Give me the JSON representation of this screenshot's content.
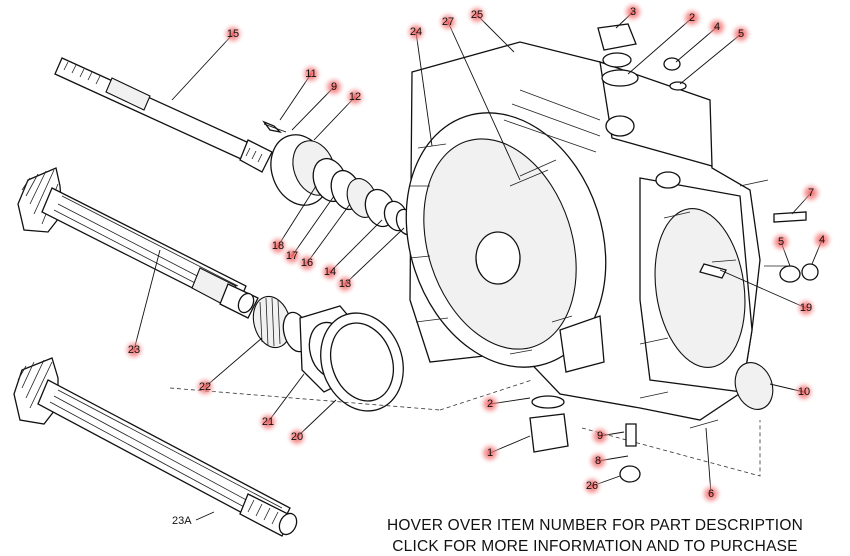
{
  "instructions": {
    "line1": "HOVER OVER ITEM NUMBER FOR PART DESCRIPTION",
    "line2": "CLICK FOR MORE INFORMATION AND TO PURCHASE"
  },
  "plain_labels": {
    "item_23a": "23A"
  },
  "hotspots": [
    {
      "id": "15",
      "label": "15"
    },
    {
      "id": "11",
      "label": "11"
    },
    {
      "id": "9a",
      "label": "9"
    },
    {
      "id": "12",
      "label": "12"
    },
    {
      "id": "24",
      "label": "24"
    },
    {
      "id": "27",
      "label": "27"
    },
    {
      "id": "25",
      "label": "25"
    },
    {
      "id": "3",
      "label": "3"
    },
    {
      "id": "2a",
      "label": "2"
    },
    {
      "id": "4a",
      "label": "4"
    },
    {
      "id": "5a",
      "label": "5"
    },
    {
      "id": "7",
      "label": "7"
    },
    {
      "id": "5b",
      "label": "5"
    },
    {
      "id": "4b",
      "label": "4"
    },
    {
      "id": "19",
      "label": "19"
    },
    {
      "id": "10",
      "label": "10"
    },
    {
      "id": "18",
      "label": "18"
    },
    {
      "id": "17",
      "label": "17"
    },
    {
      "id": "16",
      "label": "16"
    },
    {
      "id": "14",
      "label": "14"
    },
    {
      "id": "13",
      "label": "13"
    },
    {
      "id": "23",
      "label": "23"
    },
    {
      "id": "22",
      "label": "22"
    },
    {
      "id": "21",
      "label": "21"
    },
    {
      "id": "20",
      "label": "20"
    },
    {
      "id": "2b",
      "label": "2"
    },
    {
      "id": "1",
      "label": "1"
    },
    {
      "id": "9b",
      "label": "9"
    },
    {
      "id": "8",
      "label": "8"
    },
    {
      "id": "26",
      "label": "26"
    },
    {
      "id": "6",
      "label": "6"
    }
  ],
  "colors": {
    "hotspot_glow": "#f05a5a",
    "line": "#111111",
    "background": "#ffffff"
  }
}
